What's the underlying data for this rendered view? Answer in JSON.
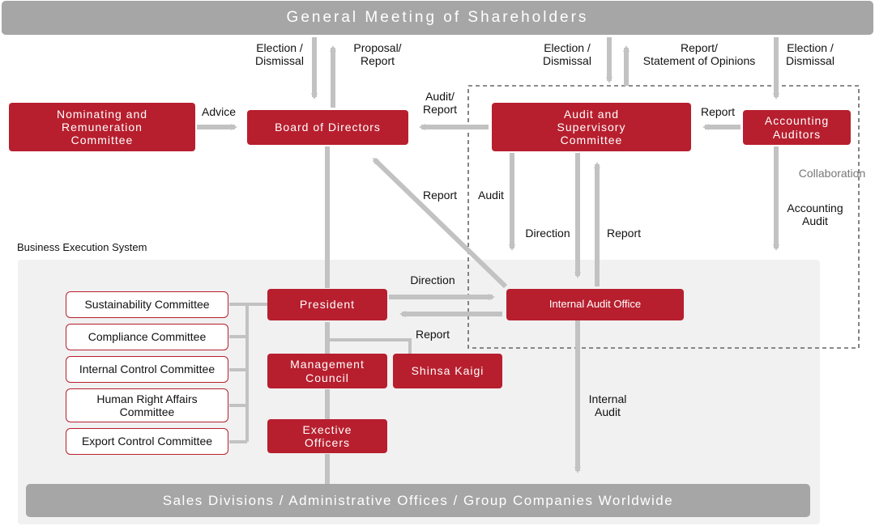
{
  "header": {
    "title": "General Meeting of Shareholders"
  },
  "footer": {
    "title": "Sales Divisions / Administrative Offices / Group Companies Worldwide"
  },
  "region": {
    "label": "Business Execution System"
  },
  "nodes": {
    "nominating": "Nominating and\nRemuneration\nCommittee",
    "board": "Board of Directors",
    "audit_committee": "Audit and\nSupervisory\nCommittee",
    "accounting_auditors": "Accounting\nAuditors",
    "president": "President",
    "internal_audit_office": "Internal Audit Office",
    "management_council": "Management\nCouncil",
    "shinsa_kaigi": "Shinsa Kaigi",
    "executive_officers": "Exective\nOfficers"
  },
  "committees": [
    "Sustainability Committee",
    "Compliance Committee",
    "Internal Control Committee",
    "Human Right Affairs\nCommittee",
    "Export Control Committee"
  ],
  "labels": {
    "election_dismissal_board": "Election /\nDismissal",
    "proposal_report": "Proposal/\nReport",
    "election_dismissal_audit": "Election /\nDismissal",
    "report_statement": "Report/\nStatement of Opinions",
    "election_dismissal_accounting": "Election /\nDismissal",
    "advice": "Advice",
    "audit_report": "Audit/\nReport",
    "report_accounting": "Report",
    "collaboration": "Collaboration",
    "report_ia_board": "Report",
    "audit_down": "Audit",
    "direction_ac": "Direction",
    "report_ac": "Report",
    "accounting_audit": "Accounting\nAudit",
    "direction_president": "Direction",
    "report_shinsa": "Report",
    "internal_audit": "Internal\nAudit"
  },
  "colors": {
    "accent": "#b71f2e",
    "connector": "#c2c2c2",
    "banner": "#a6a6a6",
    "region_bg": "#f1f1f1",
    "dashed": "#666666"
  }
}
